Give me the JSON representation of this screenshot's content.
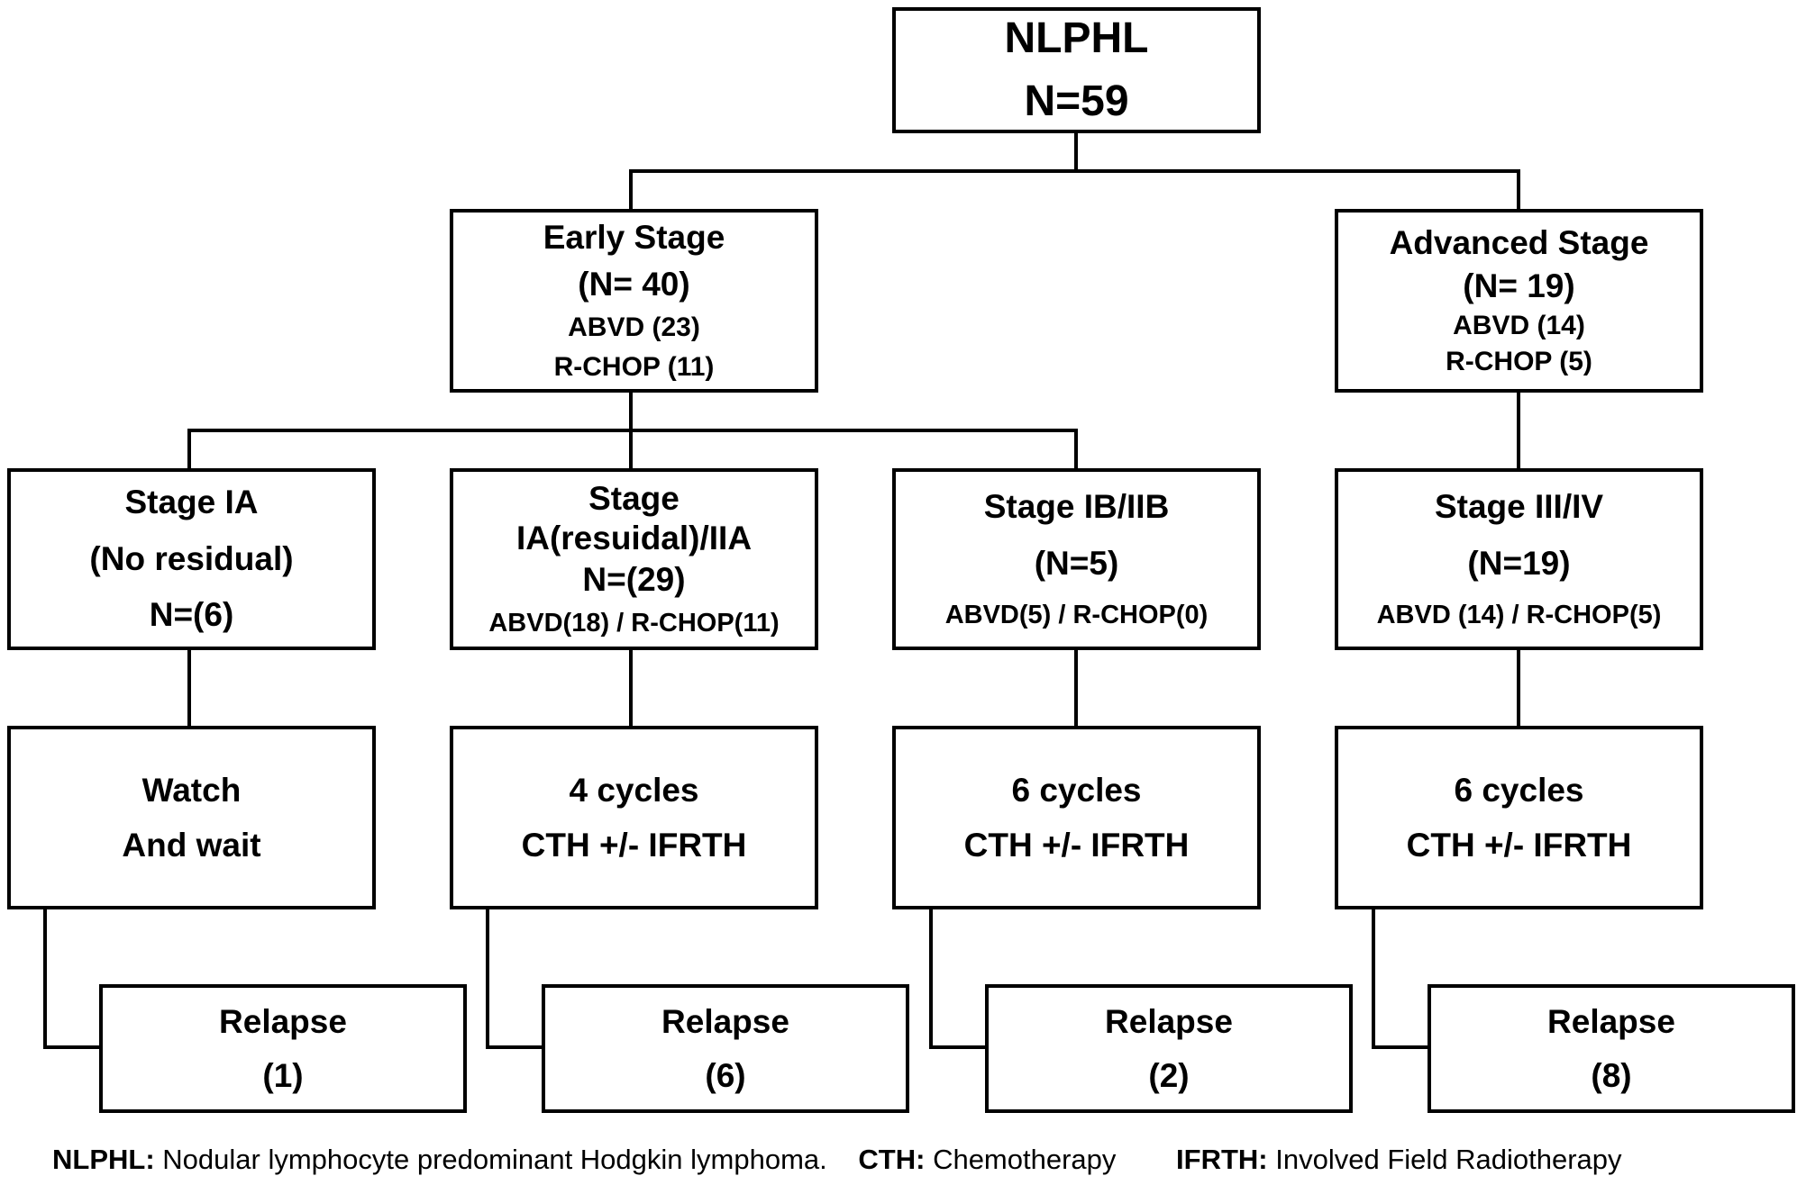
{
  "root": {
    "title": "NLPHL",
    "n": "N=59"
  },
  "early": {
    "title": "Early Stage",
    "n": "(N= 40)",
    "abvd": "ABVD (23)",
    "rchop": "R-CHOP (11)"
  },
  "advanced": {
    "title": "Advanced Stage",
    "n": "(N= 19)",
    "abvd": "ABVD (14)",
    "rchop": "R-CHOP (5)"
  },
  "stages": [
    {
      "l1": "Stage IA",
      "l2": "(No residual)",
      "l3": "N=(6)"
    },
    {
      "l1": "Stage",
      "l2": "IA(resuidal)/IIA",
      "l3": "N=(29)",
      "l4": "ABVD(18) / R-CHOP(11)"
    },
    {
      "l1": "Stage IB/IIB",
      "l2": "(N=5)",
      "l3": "ABVD(5) / R-CHOP(0)"
    },
    {
      "l1": "Stage III/IV",
      "l2": "(N=19)",
      "l3": "ABVD (14) / R-CHOP(5)"
    }
  ],
  "treatments": [
    {
      "l1": "Watch",
      "l2": "And wait"
    },
    {
      "l1": "4 cycles",
      "l2": "CTH +/- IFRTH"
    },
    {
      "l1": "6 cycles",
      "l2": "CTH +/- IFRTH"
    },
    {
      "l1": "6 cycles",
      "l2": "CTH +/- IFRTH"
    }
  ],
  "relapses": [
    {
      "l1": "Relapse",
      "l2": "(1)"
    },
    {
      "l1": "Relapse",
      "l2": "(6)"
    },
    {
      "l1": "Relapse",
      "l2": "(2)"
    },
    {
      "l1": "Relapse",
      "l2": "(8)"
    }
  ],
  "legend": {
    "nlphl_abbr": "NLPHL:",
    "nlphl_def": "Nodular lymphocyte predominant Hodgkin lymphoma.",
    "cth_abbr": "CTH:",
    "cth_def": "Chemotherapy",
    "ifrth_abbr": "IFRTH:",
    "ifrth_def": "Involved Field Radiotherapy"
  }
}
